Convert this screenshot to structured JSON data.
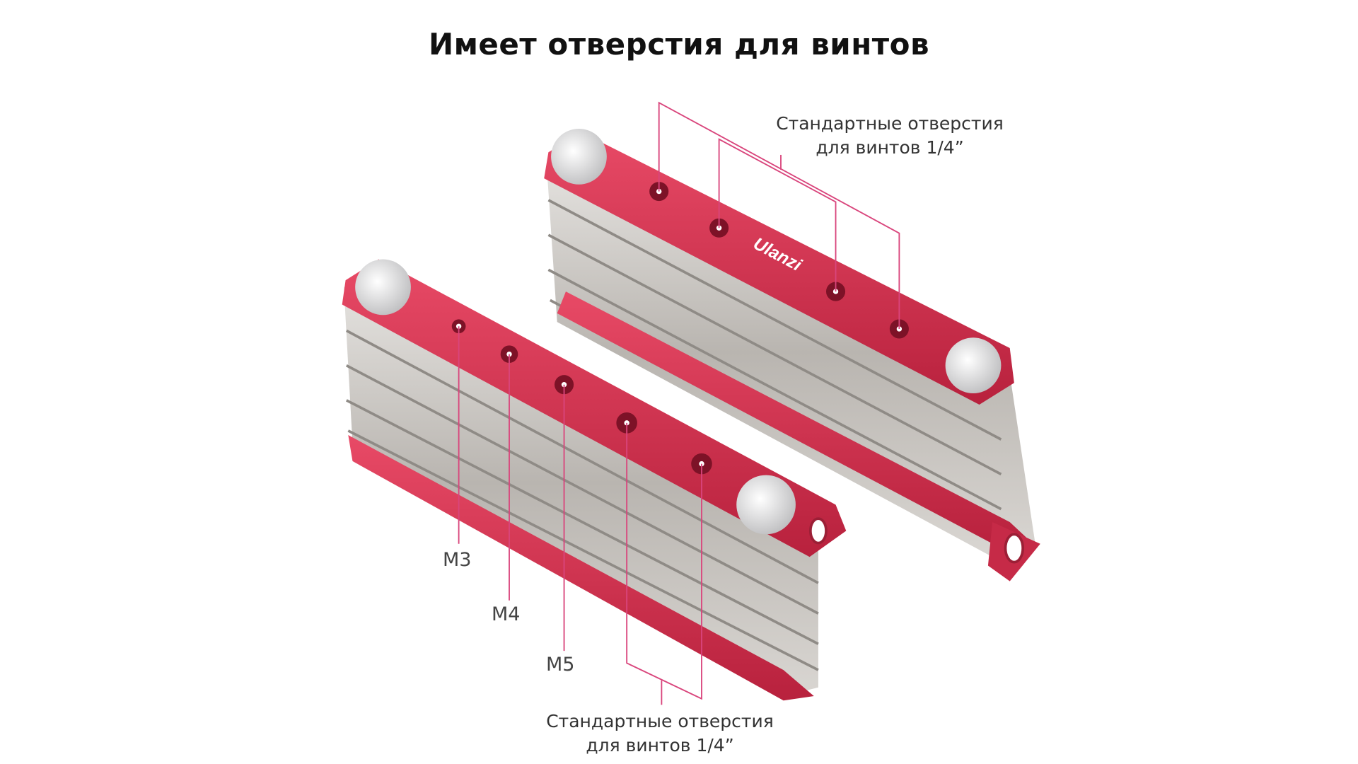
{
  "title": "Имеет отверстия для винтов",
  "brand_logo": "Ulanzi",
  "annotations": {
    "top_label": {
      "line1": "Стандартные отверстия",
      "line2": "для винтов 1/4”"
    },
    "bottom_label": {
      "line1": "Стандартные отверстия",
      "line2": "для винтов 1/4”"
    },
    "sizes": [
      "M3",
      "M4",
      "M5"
    ]
  },
  "colors": {
    "accent_line": "#d9457c",
    "tool_red": "#d8324f",
    "tool_silver": "#c9c6c2"
  }
}
